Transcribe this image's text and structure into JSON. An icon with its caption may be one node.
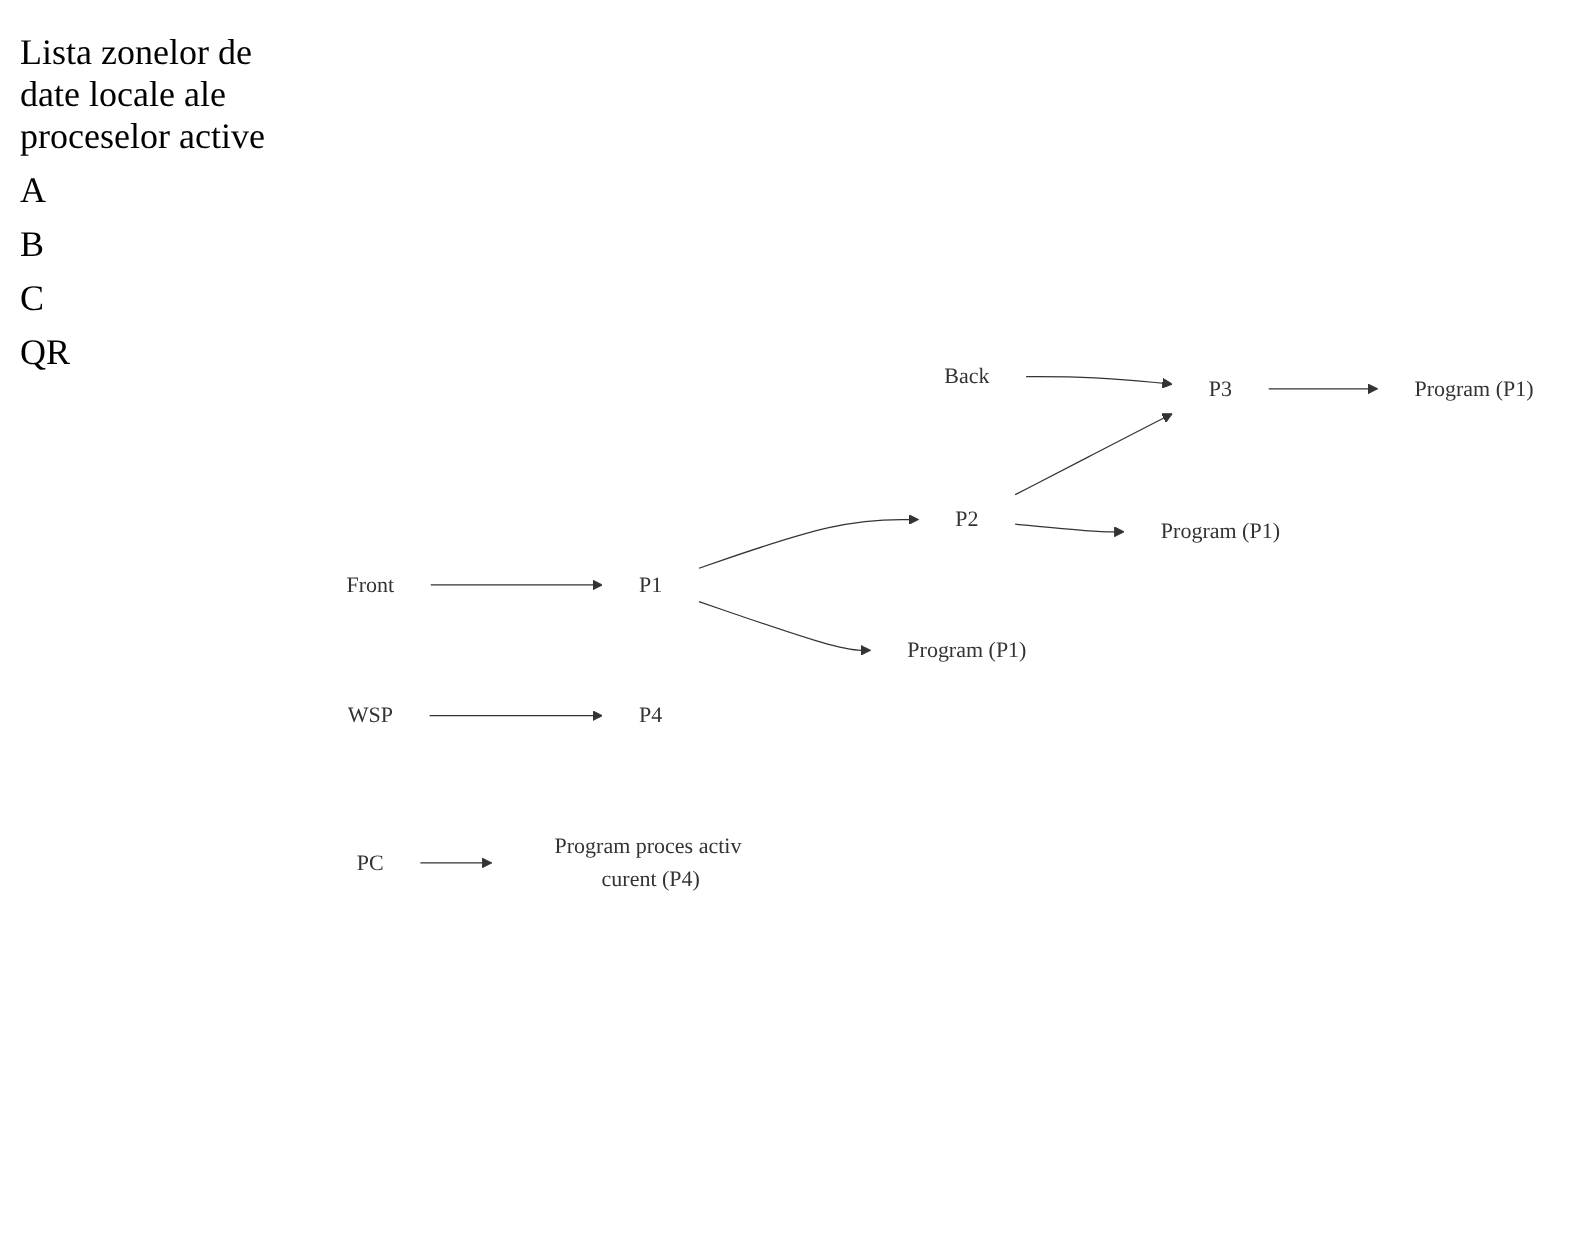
{
  "diagram": {
    "nodes": [
      {
        "text": [
          "Front"
        ]
      },
      {
        "text": [
          "Back"
        ]
      },
      {
        "text": [
          "WSP"
        ]
      },
      {
        "text": [
          "PC"
        ]
      },
      {
        "text": [
          "P1"
        ]
      },
      {
        "text": [
          "P2"
        ]
      },
      {
        "text": [
          "P3"
        ]
      },
      {
        "text": [
          "P4"
        ]
      },
      {
        "text": [
          "Program (P1)"
        ]
      },
      {
        "text": [
          "Program (P1)"
        ]
      },
      {
        "text": [
          "Program (P1)"
        ]
      },
      {
        "text": [
          "Program proces activ curent (P4)"
        ]
      }
    ],
    "edges": [
      {
        "from": 0,
        "to": 4,
        "arrow": "to"
      },
      {
        "from": 1,
        "to": 6,
        "arrow": "to"
      },
      {
        "from": 2,
        "to": 7,
        "arrow": "to"
      },
      {
        "from": 4,
        "to": 8,
        "arrow": "to"
      },
      {
        "from": 4,
        "to": 5,
        "arrow": "to"
      },
      {
        "from": 5,
        "to": 9,
        "arrow": "to"
      },
      {
        "from": 5,
        "to": 6,
        "arrow": "to"
      },
      {
        "from": 6,
        "to": 10,
        "arrow": "to"
      },
      {
        "from": 3,
        "to": 11,
        "arrow": "to"
      }
    ],
    "labels": [
      "Lista zonelor de date locale ale proceselor active",
      "A",
      "B",
      "C",
      "QR"
    ]
  }
}
